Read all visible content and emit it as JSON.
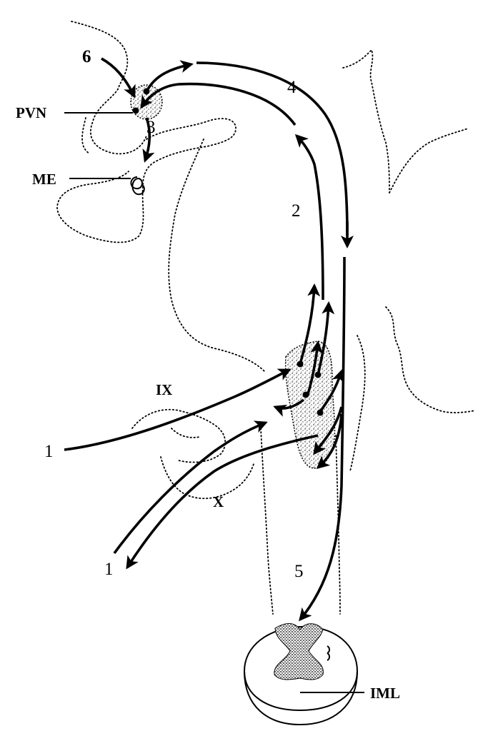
{
  "labels": {
    "pvn": "PVN",
    "me": "ME",
    "iml": "IML",
    "ix": "IX",
    "x": "X",
    "n1_upper": "1",
    "n1_lower": "1",
    "n2": "2",
    "n3": "3",
    "n4": "4",
    "n5": "5",
    "n6": "6"
  },
  "colors": {
    "ink": "#000000",
    "background": "#ffffff"
  }
}
